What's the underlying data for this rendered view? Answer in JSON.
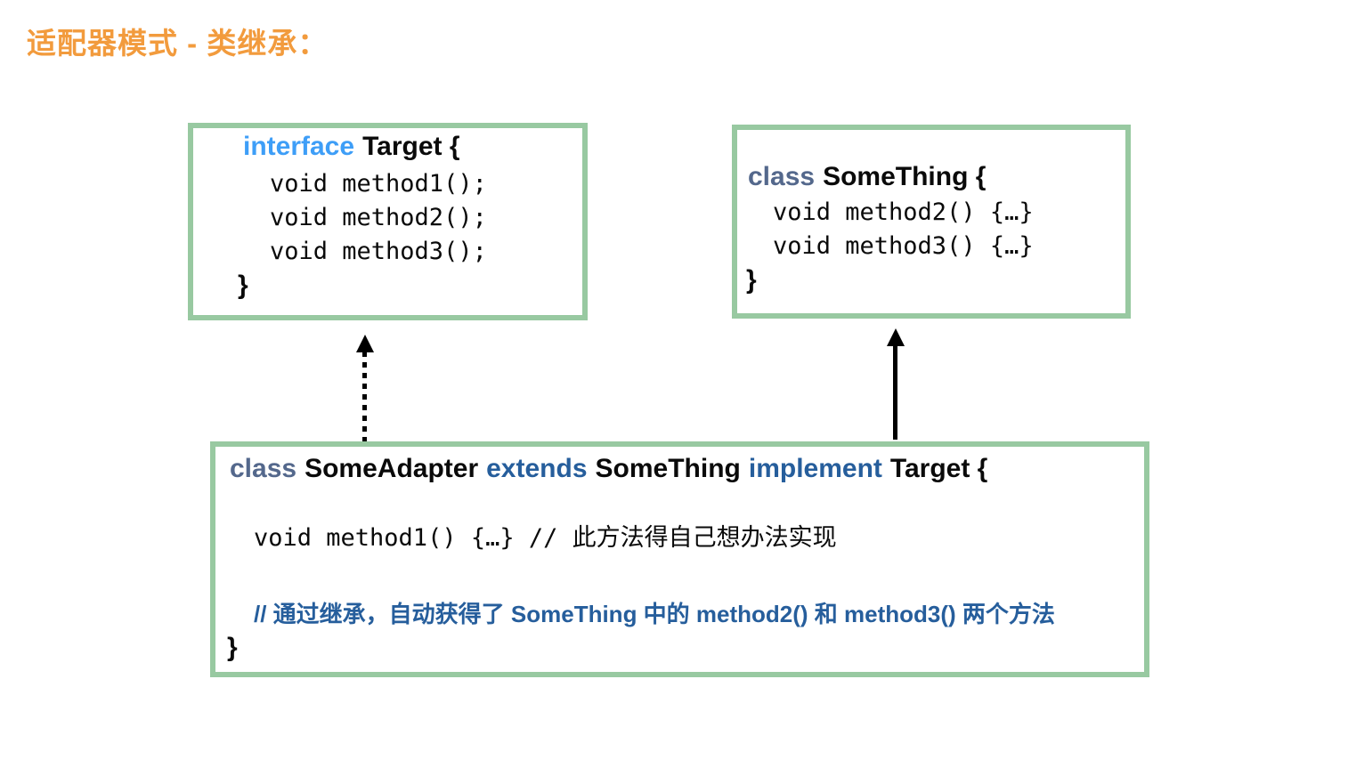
{
  "title": "适配器模式 - 类继承：",
  "colors": {
    "title_orange": "#F29B3D",
    "box_border_green": "#98C9A1",
    "interface_blue": "#3E9EF7",
    "class_slate": "#54688C",
    "keyword_blue": "#265E9C",
    "comment_blue": "#265E9C",
    "code_black": "#0A0A0A"
  },
  "target_box": {
    "keyword": "interface",
    "name": "Target {",
    "lines": [
      "void method1();",
      "void method2();",
      "void method3();"
    ],
    "close_brace": "}"
  },
  "something_box": {
    "keyword": "class",
    "name": "SomeThing {",
    "lines": [
      "void method2() {…}",
      "void method3() {…}"
    ],
    "close_brace": "}"
  },
  "adapter_box": {
    "kw_class": "class",
    "name_adapter": "SomeAdapter",
    "kw_extends": "extends",
    "name_parent": "SomeThing",
    "kw_implement": "implement",
    "name_target": "Target {",
    "code_line": "void method1() {…} // 此方法得自己想办法实现",
    "comment_line": "// 通过继承，自动获得了 SomeThing 中的 method2() 和 method3() 两个方法",
    "close_brace": "}"
  },
  "arrows": {
    "implements_arrow_style": "dotted",
    "extends_arrow_style": "solid"
  }
}
